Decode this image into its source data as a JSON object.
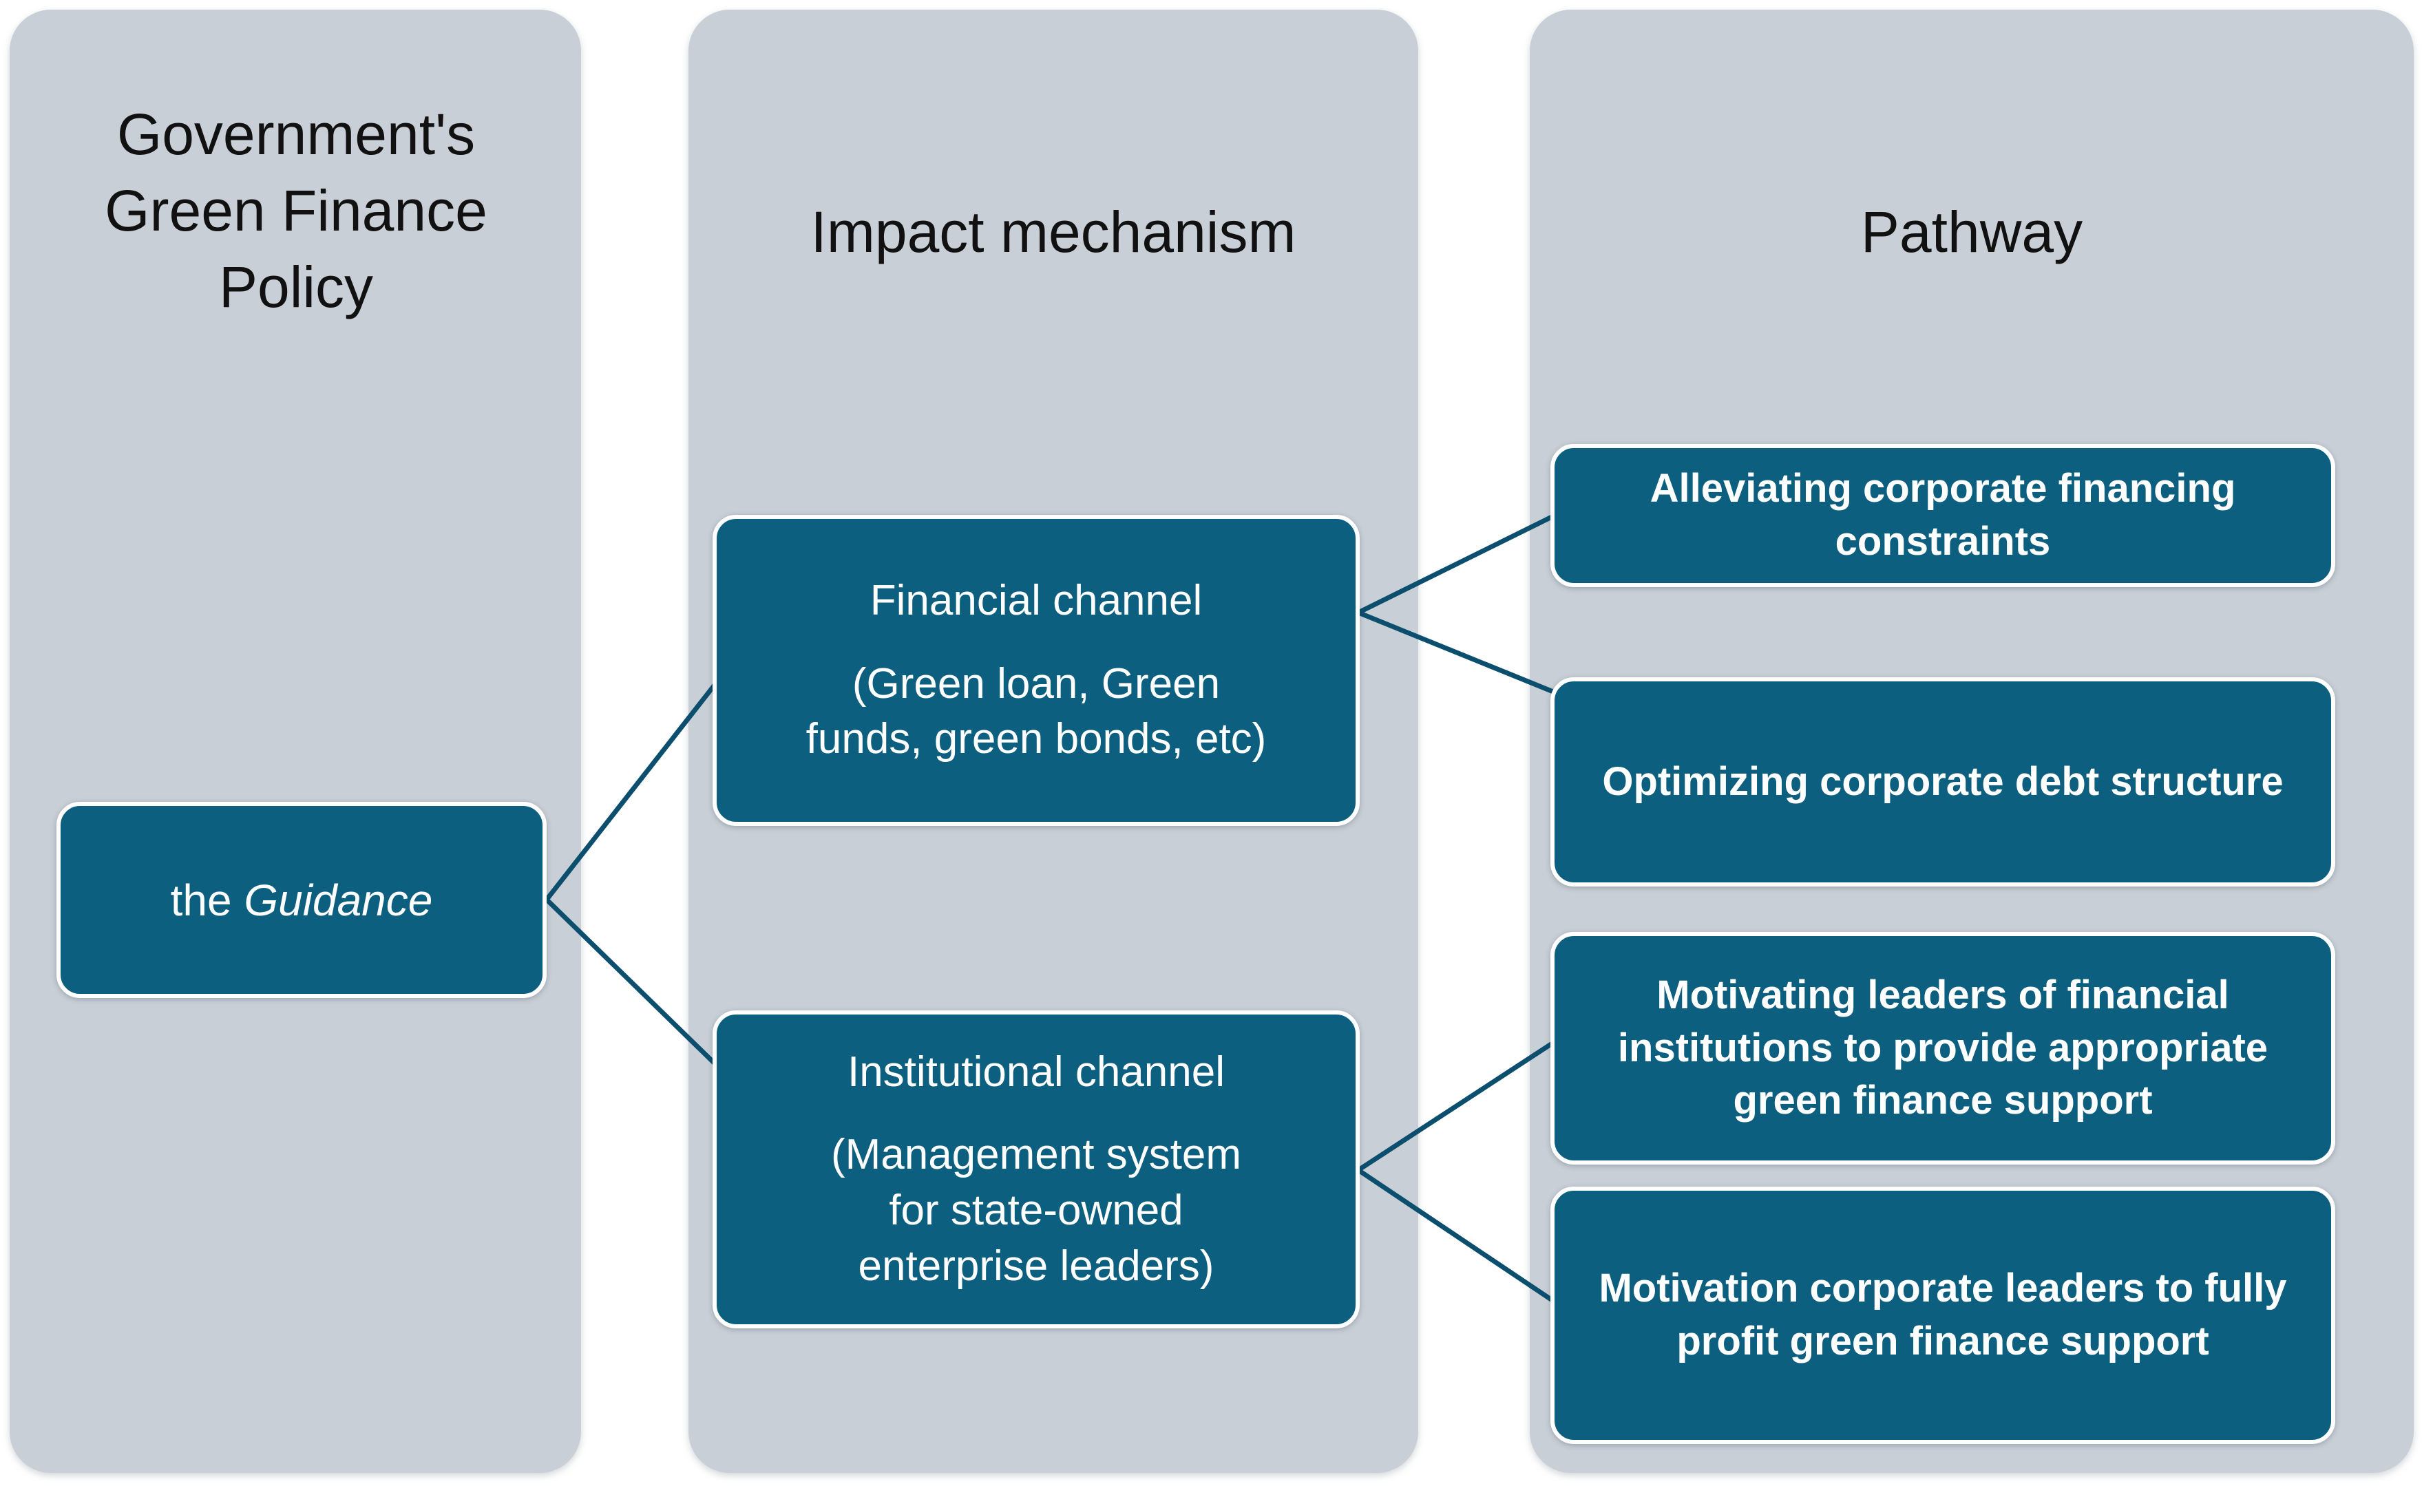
{
  "diagram": {
    "colors": {
      "column_bg": "#c9cfd7",
      "node_bg": "#0d5f7f",
      "node_text": "#ffffff",
      "connector": "#0b4e6e",
      "title_text": "#111111",
      "node_border": "#ffffff"
    },
    "columns": [
      {
        "id": "policy",
        "title": "Government's Green Finance Policy"
      },
      {
        "id": "mechanism",
        "title": "Impact mechanism"
      },
      {
        "id": "pathway",
        "title": "Pathway"
      }
    ],
    "nodes": {
      "guidance": {
        "text_prefix": "the ",
        "text_italic": "Guidance"
      },
      "financial": {
        "title": "Financial channel",
        "detail": "(Green loan, Green funds, green bonds, etc)"
      },
      "institutional": {
        "title": "Institutional channel",
        "detail": "(Management system for state-owned enterprise leaders)"
      },
      "pathway_1": {
        "label": "Alleviating corporate financing constraints"
      },
      "pathway_2": {
        "label": "Optimizing corporate debt structure"
      },
      "pathway_3": {
        "label": "Motivating leaders of financial institutions to provide appropriate green finance support"
      },
      "pathway_4": {
        "label": "Motivation corporate leaders to fully profit green finance support"
      }
    },
    "connections": [
      {
        "from": "guidance",
        "to": "financial"
      },
      {
        "from": "guidance",
        "to": "institutional"
      },
      {
        "from": "financial",
        "to": "pathway_1"
      },
      {
        "from": "financial",
        "to": "pathway_2"
      },
      {
        "from": "institutional",
        "to": "pathway_3"
      },
      {
        "from": "institutional",
        "to": "pathway_4"
      }
    ]
  }
}
